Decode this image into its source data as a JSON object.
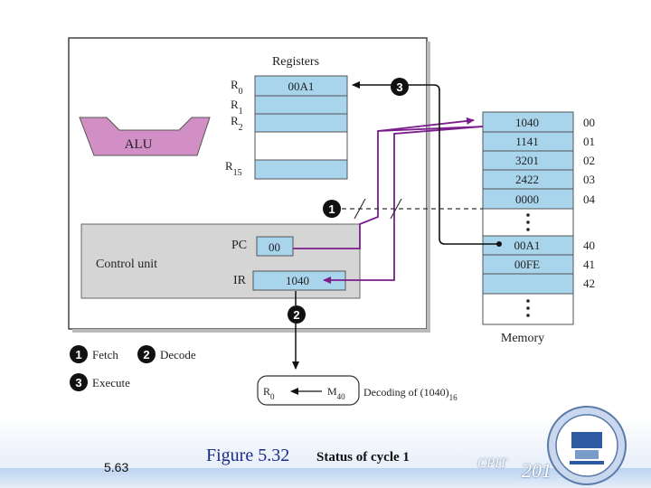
{
  "diagram": {
    "registers_title": "Registers",
    "registers": [
      {
        "name": "R",
        "sub": "0",
        "value": "00A1"
      },
      {
        "name": "R",
        "sub": "1",
        "value": ""
      },
      {
        "name": "R",
        "sub": "2",
        "value": ""
      },
      {
        "name": "R",
        "sub": "15",
        "value": ""
      }
    ],
    "alu_label": "ALU",
    "control_unit_label": "Control unit",
    "pc": {
      "label": "PC",
      "value": "00"
    },
    "ir": {
      "label": "IR",
      "value": "1040"
    },
    "memory_label": "Memory",
    "memory_rows": [
      {
        "value": "1040",
        "addr": "00"
      },
      {
        "value": "1141",
        "addr": "01"
      },
      {
        "value": "3201",
        "addr": "02"
      },
      {
        "value": "2422",
        "addr": "03"
      },
      {
        "value": "0000",
        "addr": "04"
      },
      {
        "value": "00A1",
        "addr": "40"
      },
      {
        "value": "00FE",
        "addr": "41"
      },
      {
        "value": "",
        "addr": "42"
      }
    ],
    "steps": {
      "one": "1",
      "two": "2",
      "three": "3"
    },
    "legend": [
      {
        "num": "1",
        "label": "Fetch"
      },
      {
        "num": "2",
        "label": "Decode"
      },
      {
        "num": "3",
        "label": "Execute"
      }
    ],
    "decode": {
      "dest": "R",
      "dest_sub": "0",
      "src": "M",
      "src_sub": "40",
      "text": "Decoding of (1040)",
      "text_sub": "16"
    }
  },
  "footer": {
    "slide_number": "5.63",
    "figure_title": "Figure 5.32",
    "figure_caption": "Status of cycle 1",
    "brand": "CPIT",
    "brand_number": "201"
  },
  "colors": {
    "cell_blue": "#a8d4ec",
    "alu_fill": "#d28fc6",
    "arrow_purple": "#7a1e8c",
    "panel_gray": "#d5d5d5"
  }
}
